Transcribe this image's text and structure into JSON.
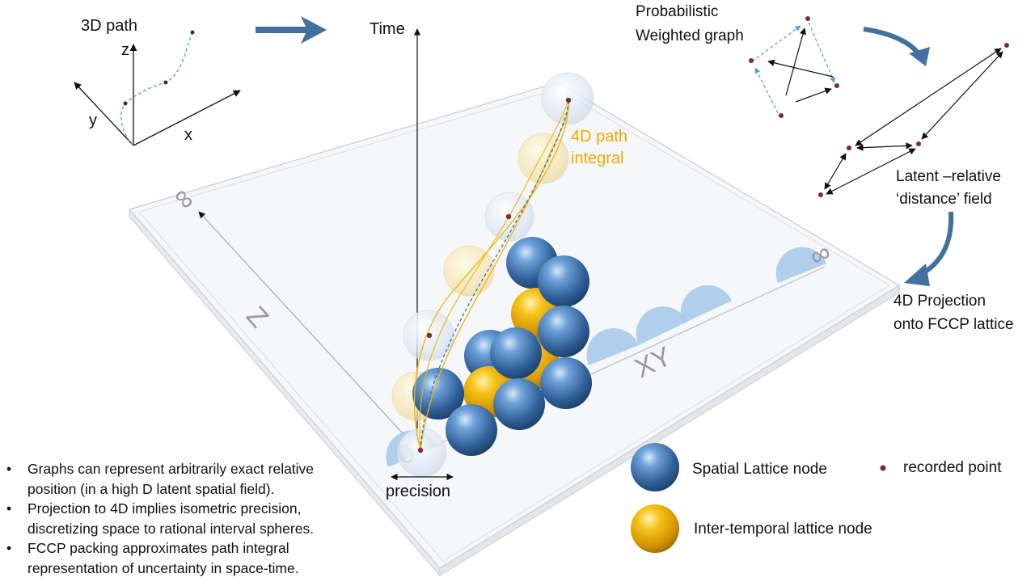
{
  "labels": {
    "path3d": "3D path",
    "axis_z": "z",
    "axis_y": "y",
    "axis_x": "x",
    "time": "Time",
    "path_integral_line1": "4D path",
    "path_integral_line2": "integral",
    "prob_graph_line1": "Probabilistic",
    "prob_graph_line2": "Weighted graph",
    "latent_line1": "Latent –relative",
    "latent_line2": "‘distance’ field",
    "projection_line1": "4D Projection",
    "projection_line2": "onto FCCP lattice",
    "plate_z": "Z",
    "plate_xy": "XY",
    "inf_z": "∞",
    "inf_xy": "∞",
    "zero": "0",
    "precision": "precision"
  },
  "legend": {
    "spatial": "Spatial Lattice node",
    "temporal": "Inter-temporal lattice node",
    "recorded": "recorded point"
  },
  "bullets": [
    "Graphs can represent arbitrarily exact relative position (in a high D latent spatial field).",
    "Projection to 4D implies isometric precision, discretizing space to rational interval spheres.",
    "FCCP packing approximates path integral representation of uncertainty in space-time."
  ],
  "colors": {
    "spatial_node": "#3f76b4",
    "temporal_node": "#e8aa00",
    "arrow": "#41719c",
    "path_orange": "#f0b400",
    "path_blue": "#2e6fbf",
    "recorded_point": "#7a2a3a"
  }
}
